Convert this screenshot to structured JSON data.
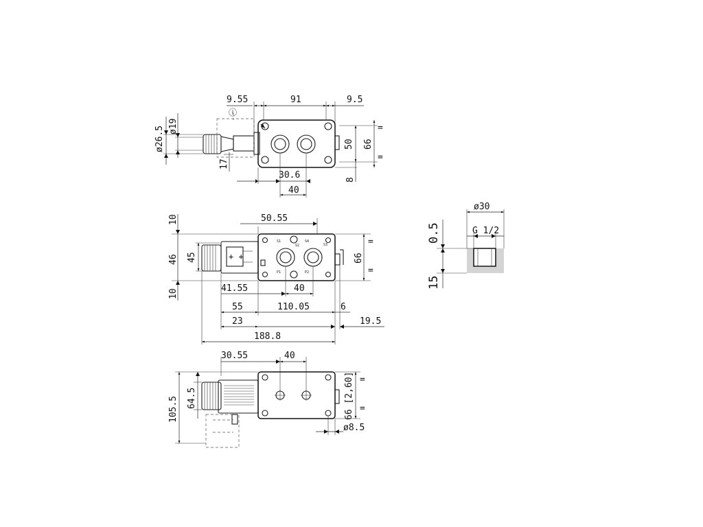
{
  "top_view": {
    "dims": {
      "d_9_55": "9.55",
      "d_91": "91",
      "d_9_5": "9.5",
      "d_dia26_5": "ø26.5",
      "d_dia19": "ø19",
      "d_17": "17",
      "d_50": "50",
      "d_66": "66",
      "d_8": "8",
      "d_30_6": "30.6",
      "d_40": "40"
    }
  },
  "front_view": {
    "dims": {
      "d_10_top": "10",
      "d_50_55": "50.55",
      "d_46": "46",
      "d_45": "45",
      "d_66": "66",
      "d_10_bot": "10",
      "d_41_55": "41.55",
      "d_40": "40",
      "d_55": "55",
      "d_110_05": "110.05",
      "d_6": "6",
      "d_23": "23",
      "d_19_5": "19.5",
      "d_188_8": "188.8"
    },
    "port_labels": {
      "s1": "S1",
      "s2": "S2",
      "s3": "S3",
      "s4": "S4",
      "p1": "P1",
      "p2": "P2"
    }
  },
  "bottom_view": {
    "dims": {
      "d_30_55": "30.55",
      "d_40": "40",
      "d_105_5": "105.5",
      "d_64_5": "64.5",
      "d_66_2_60": "66 [2,60]",
      "d_dia8_5": "ø8.5"
    }
  },
  "port_detail": {
    "dims": {
      "d_dia30": "ø30",
      "d_g12": "G 1/2",
      "d_0_5": "0.5",
      "d_15": "15"
    }
  }
}
